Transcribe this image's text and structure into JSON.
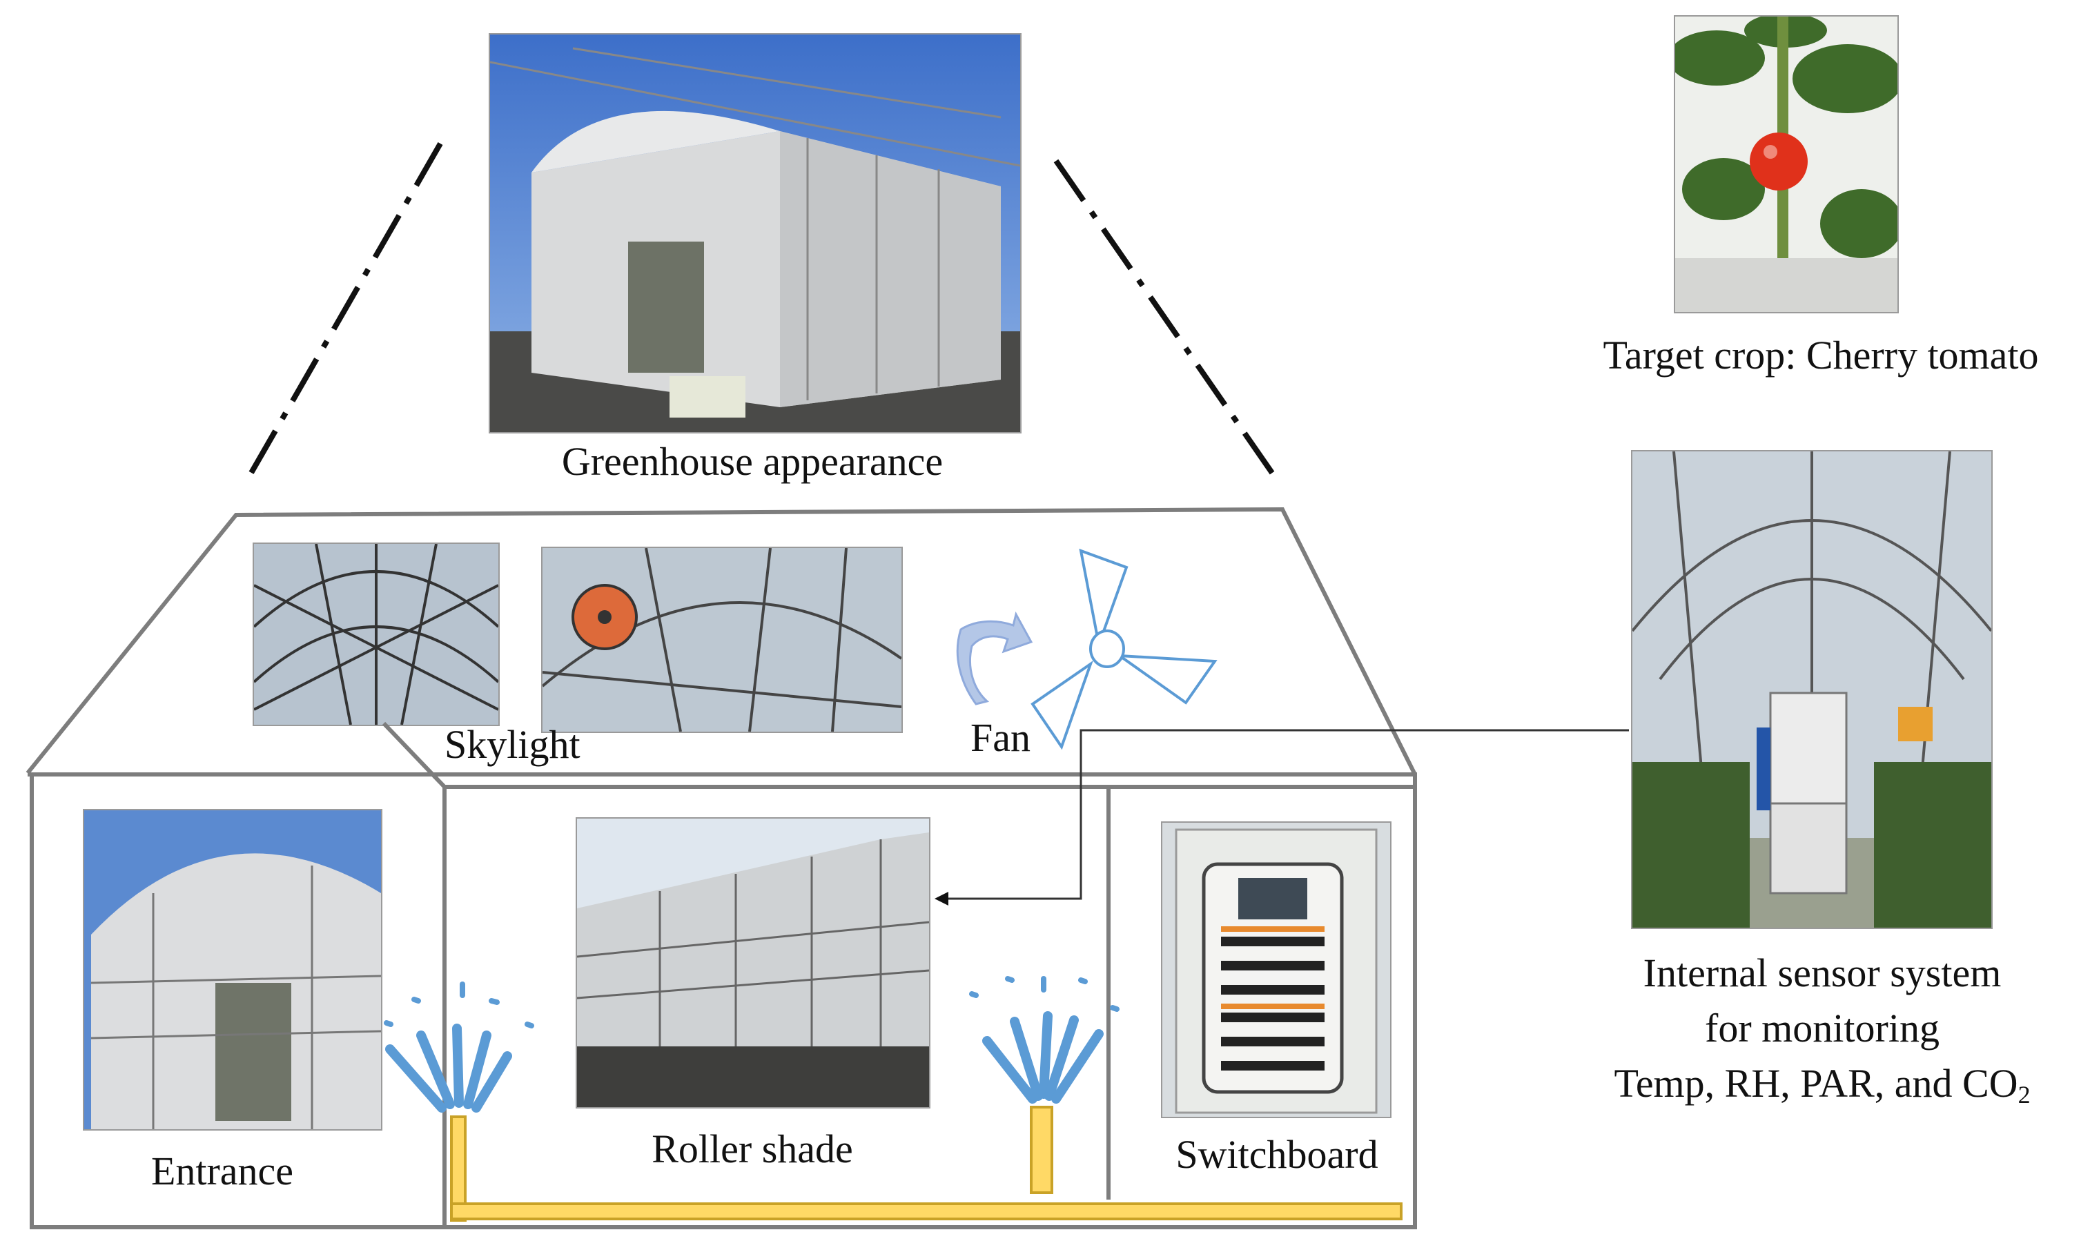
{
  "labels": {
    "greenhouse_appearance": "Greenhouse appearance",
    "target_crop": "Target crop: Cherry tomato",
    "skylight": "Skylight",
    "fan": "Fan",
    "entrance": "Entrance",
    "roller_shade": "Roller shade",
    "switchboard": "Switchboard",
    "sensor_line1": "Internal sensor system",
    "sensor_line2": "for monitoring",
    "sensor_line3": "Temp, RH, PAR, and CO",
    "sensor_subscript": "2"
  },
  "icons": {
    "fan": "fan-icon",
    "rotation": "rotation-arrow-icon",
    "sprinkler": "sprinkler-icon"
  },
  "colors": {
    "outline": "#7d7d7d",
    "water_spray": "#5b9bd5",
    "pipe_fill": "#ffd966",
    "pipe_stroke": "#c9a227",
    "fan_stroke": "#5b9bd5",
    "arrow_fill": "#b4c7e7"
  }
}
